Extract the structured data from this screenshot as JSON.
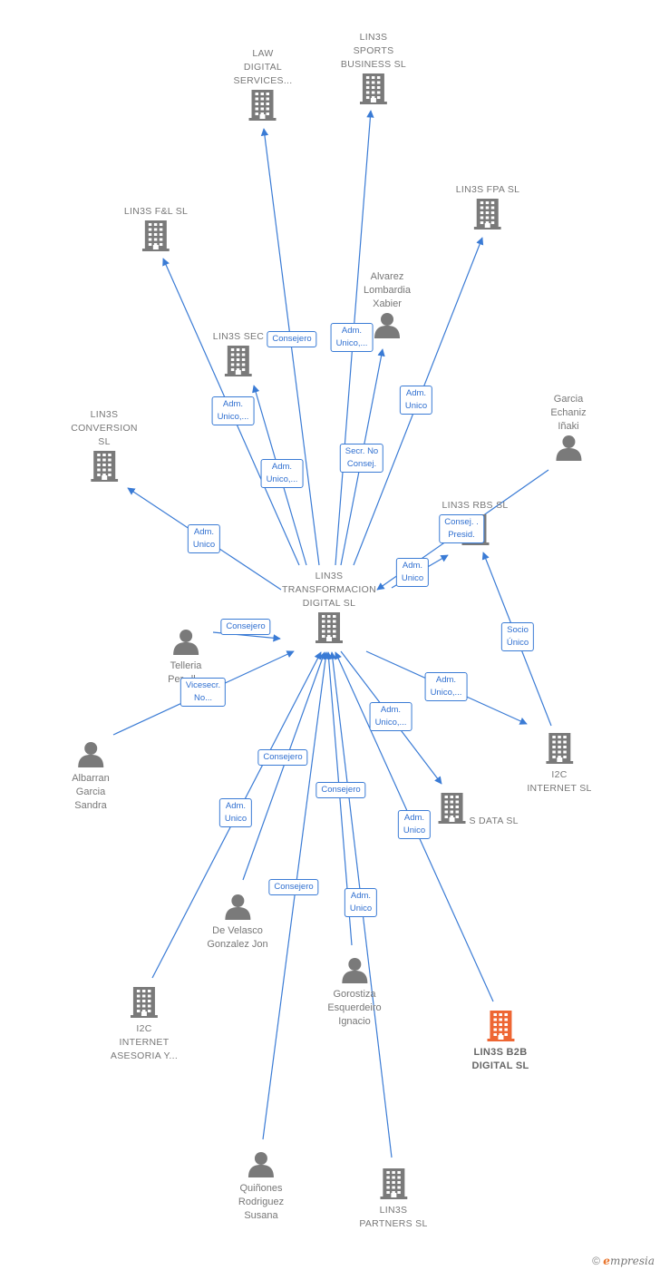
{
  "nodes": [
    {
      "id": "law",
      "label": "LAW\nDIGITAL\nSERVICES...",
      "type": "company"
    },
    {
      "id": "sports",
      "label": "LIN3S\nSPORTS\nBUSINESS  SL",
      "type": "company"
    },
    {
      "id": "fl",
      "label": "LIN3S F&L  SL",
      "type": "company"
    },
    {
      "id": "fpa",
      "label": "LIN3S FPA  SL",
      "type": "company"
    },
    {
      "id": "alvarez",
      "label": "Alvarez\nLombardia\nXabier",
      "type": "person"
    },
    {
      "id": "sec",
      "label": "LIN3S SEC",
      "type": "company"
    },
    {
      "id": "garcia",
      "label": "Garcia\nEchaniz\nIñaki",
      "type": "person"
    },
    {
      "id": "conversion",
      "label": "LIN3S\nCONVERSION\nSL",
      "type": "company"
    },
    {
      "id": "rbs",
      "label": "LIN3S RBS  SL",
      "type": "company"
    },
    {
      "id": "center",
      "label": "LIN3S\nTRANSFORMACION\nDIGITAL  SL",
      "type": "company"
    },
    {
      "id": "telleria",
      "label": "Telleria\nPer...ll...",
      "type": "person"
    },
    {
      "id": "albarran",
      "label": "Albarran\nGarcia\nSandra",
      "type": "person"
    },
    {
      "id": "i2c",
      "label": "I2C\nINTERNET SL",
      "type": "company"
    },
    {
      "id": "data",
      "label": "S DATA  SL",
      "type": "company"
    },
    {
      "id": "develasco",
      "label": "De Velasco\nGonzalez Jon",
      "type": "person"
    },
    {
      "id": "i2casesoria",
      "label": "I2C\nINTERNET\nASESORIA Y...",
      "type": "company"
    },
    {
      "id": "gorostiza",
      "label": "Gorostiza\nEsquerdeiro\nIgnacio",
      "type": "person"
    },
    {
      "id": "b2b",
      "label": "LIN3S B2B\nDIGITAL  SL",
      "type": "company-highlight"
    },
    {
      "id": "quinones",
      "label": "Quiñones\nRodriguez\nSusana",
      "type": "person"
    },
    {
      "id": "partners",
      "label": "LIN3S\nPARTNERS  SL",
      "type": "company"
    }
  ],
  "edge_labels": [
    {
      "id": "e-law",
      "text": "Consejero"
    },
    {
      "id": "e-sports",
      "text": "Adm.\nUnico,..."
    },
    {
      "id": "e-fl",
      "text": "Adm.\nUnico,..."
    },
    {
      "id": "e-fpa",
      "text": "Adm.\nUnico"
    },
    {
      "id": "e-sec",
      "text": "Adm.\nUnico,..."
    },
    {
      "id": "e-alvarez",
      "text": "Secr.  No\nConsej."
    },
    {
      "id": "e-conversion",
      "text": "Adm.\nUnico"
    },
    {
      "id": "e-garcia",
      "text": "Consej. .\nPresid."
    },
    {
      "id": "e-rbs",
      "text": "Adm.\nUnico"
    },
    {
      "id": "e-telleria",
      "text": "Consejero"
    },
    {
      "id": "e-albarran",
      "text": "Vicesecr.\nNo..."
    },
    {
      "id": "e-i2c-sl",
      "text": "Adm.\nUnico,..."
    },
    {
      "id": "e-i2c-rbs",
      "text": "Socio\nÚnico"
    },
    {
      "id": "e-data",
      "text": "Adm.\nUnico,..."
    },
    {
      "id": "e-develasco",
      "text": "Consejero"
    },
    {
      "id": "e-i2casesoria",
      "text": "Adm.\nUnico"
    },
    {
      "id": "e-gorostiza",
      "text": "Consejero"
    },
    {
      "id": "e-b2b",
      "text": "Adm.\nUnico"
    },
    {
      "id": "e-quinones",
      "text": "Consejero"
    },
    {
      "id": "e-partners",
      "text": "Adm.\nUnico"
    }
  ],
  "footer": {
    "copyright": "©",
    "brand_first": "e",
    "brand_rest": "mpresia"
  },
  "colors": {
    "edge": "#3a7bd5",
    "company_icon": "#7a7a7a",
    "highlight_icon": "#ee6633",
    "person_icon": "#7a7a7a"
  }
}
